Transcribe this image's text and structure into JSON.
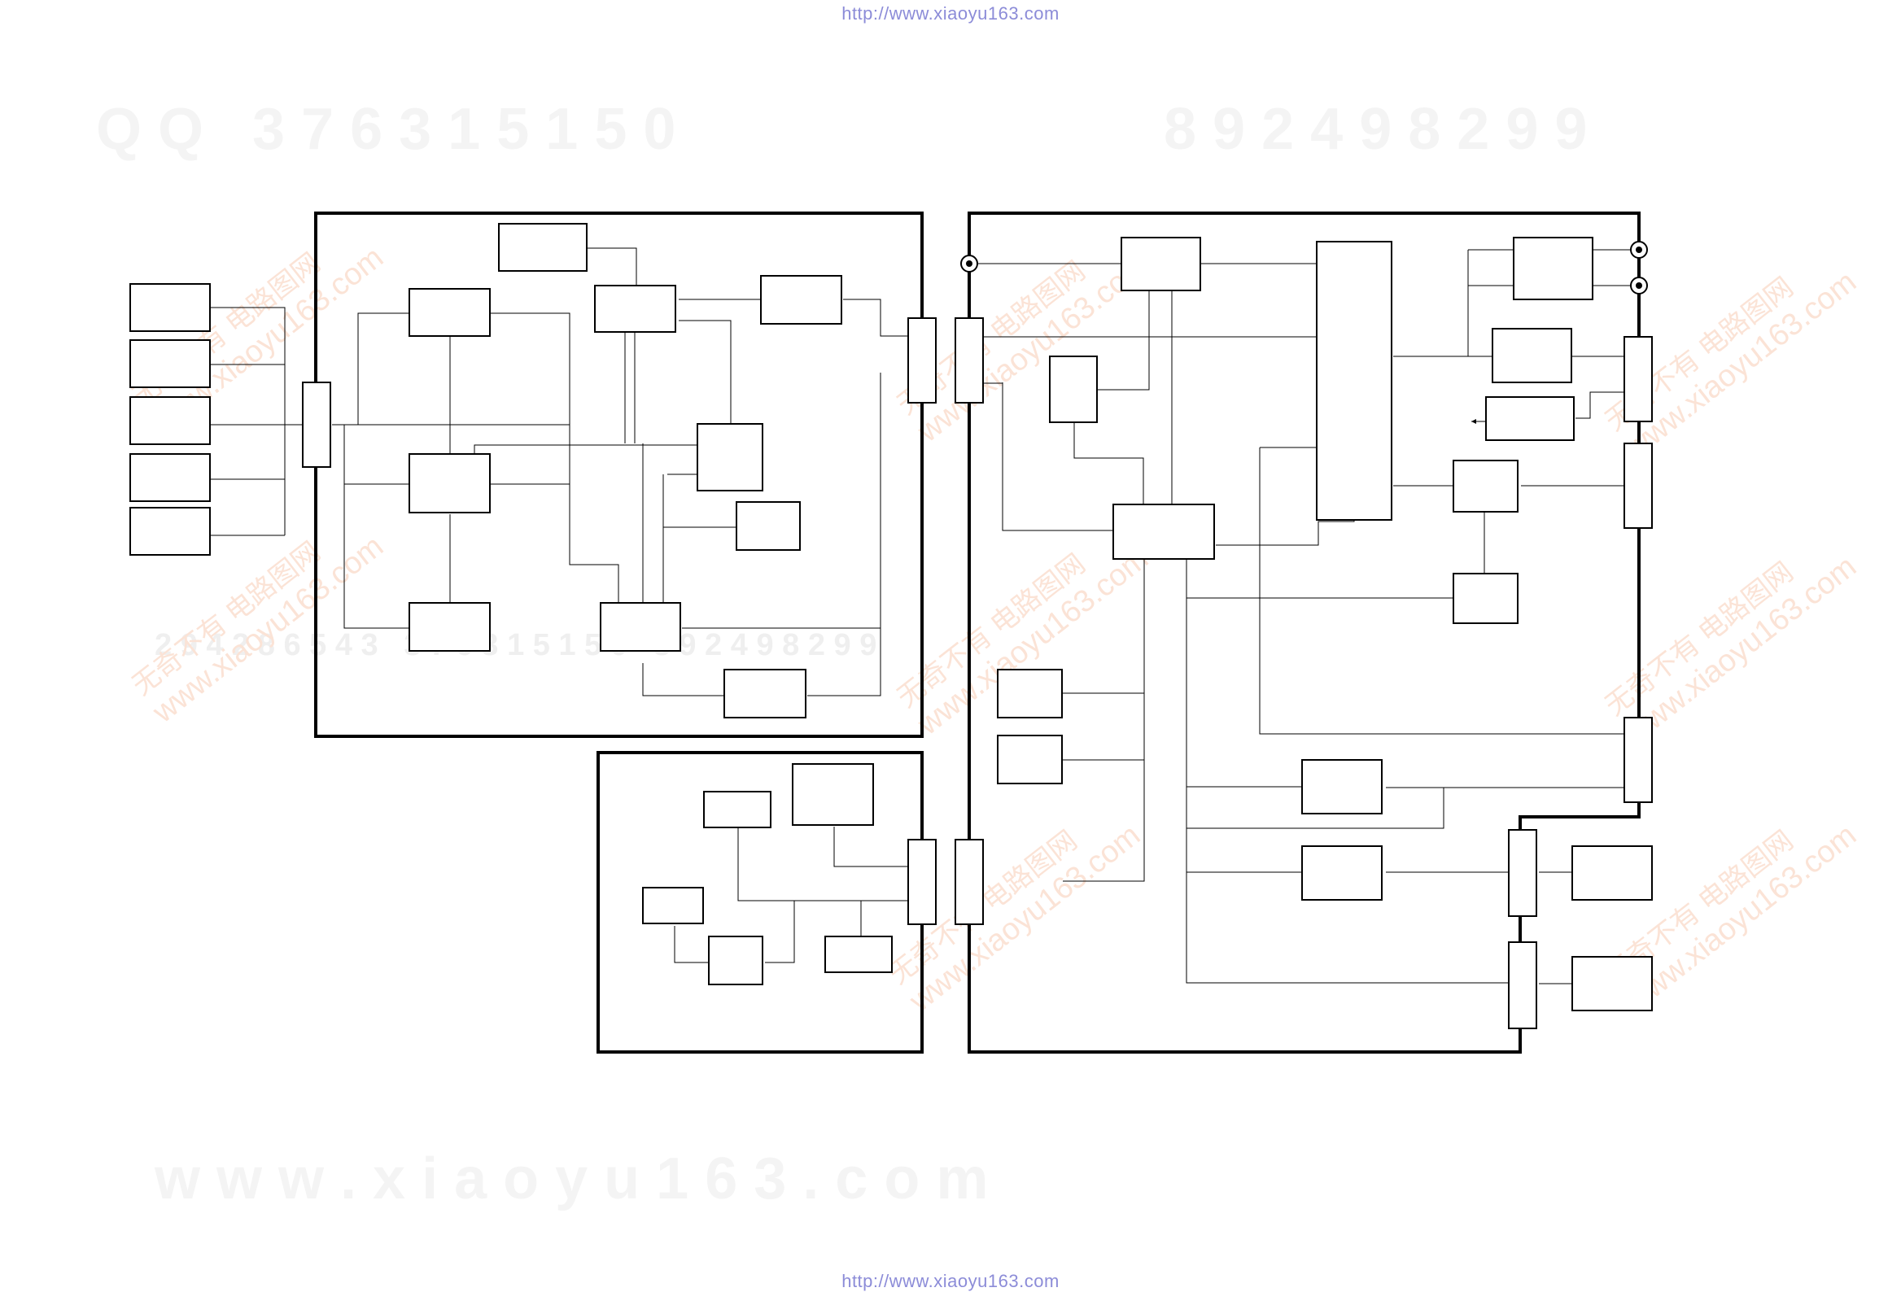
{
  "header": {
    "url": "http://www.xiaoyu163.com"
  },
  "footer": {
    "url": "http://www.xiaoyu163.com"
  },
  "watermarks": {
    "qq_left": "Q Q   3 7 6 3 1 5 1 5 0",
    "qq_right": "8 9 2 4 9 8 2 9 9",
    "mid_row": "2 9 4 2 8 6 5 4 3   3 7 6 3 1 5 1 5 0   8 9 2 4 9 8 2 9 9",
    "site": "w w w . x i a o y u 1 6 3 . c o m",
    "diag_cn": "无奇不有  电路图网",
    "diag_url": "www.xiaoyu163.com"
  },
  "colors": {
    "ink": "#000000",
    "url_text": "#8c8cd8",
    "watermark_gray": "#f4f4f4",
    "watermark_pink": "#fbe3d6"
  }
}
